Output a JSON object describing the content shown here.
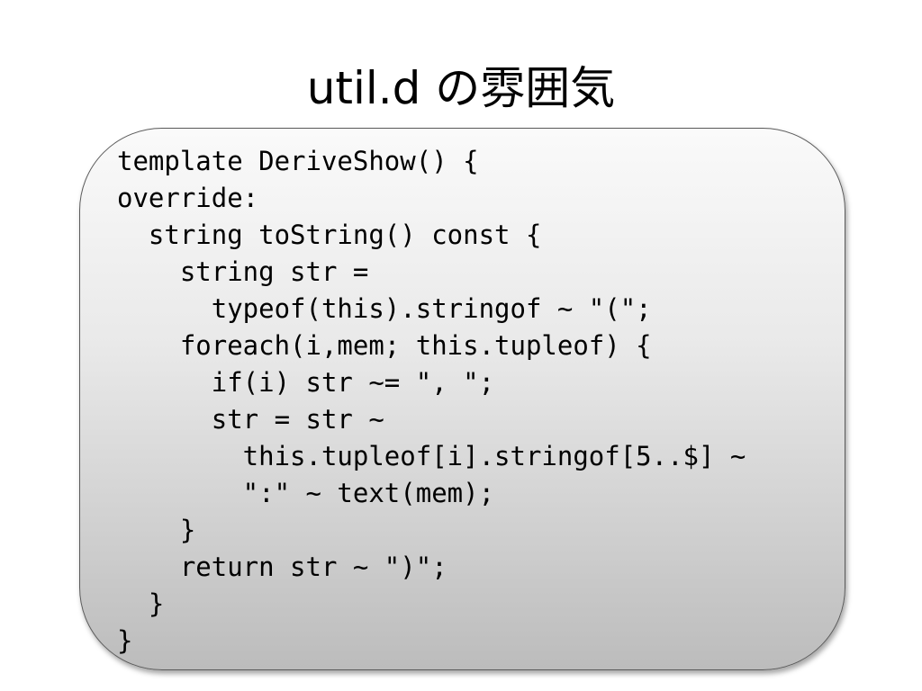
{
  "slide": {
    "title": "util.d の雰囲気"
  },
  "code": {
    "lines": [
      "template DeriveShow() {",
      "override:",
      "  string toString() const {",
      "    string str =",
      "      typeof(this).stringof ~ \"(\";",
      "    foreach(i,mem; this.tupleof) {",
      "      if(i) str ~= \", \";",
      "      str = str ~",
      "        this.tupleof[i].stringof[5..$] ~",
      "        \":\" ~ text(mem);",
      "    }",
      "    return str ~ \")\";",
      "  }",
      "}"
    ]
  }
}
